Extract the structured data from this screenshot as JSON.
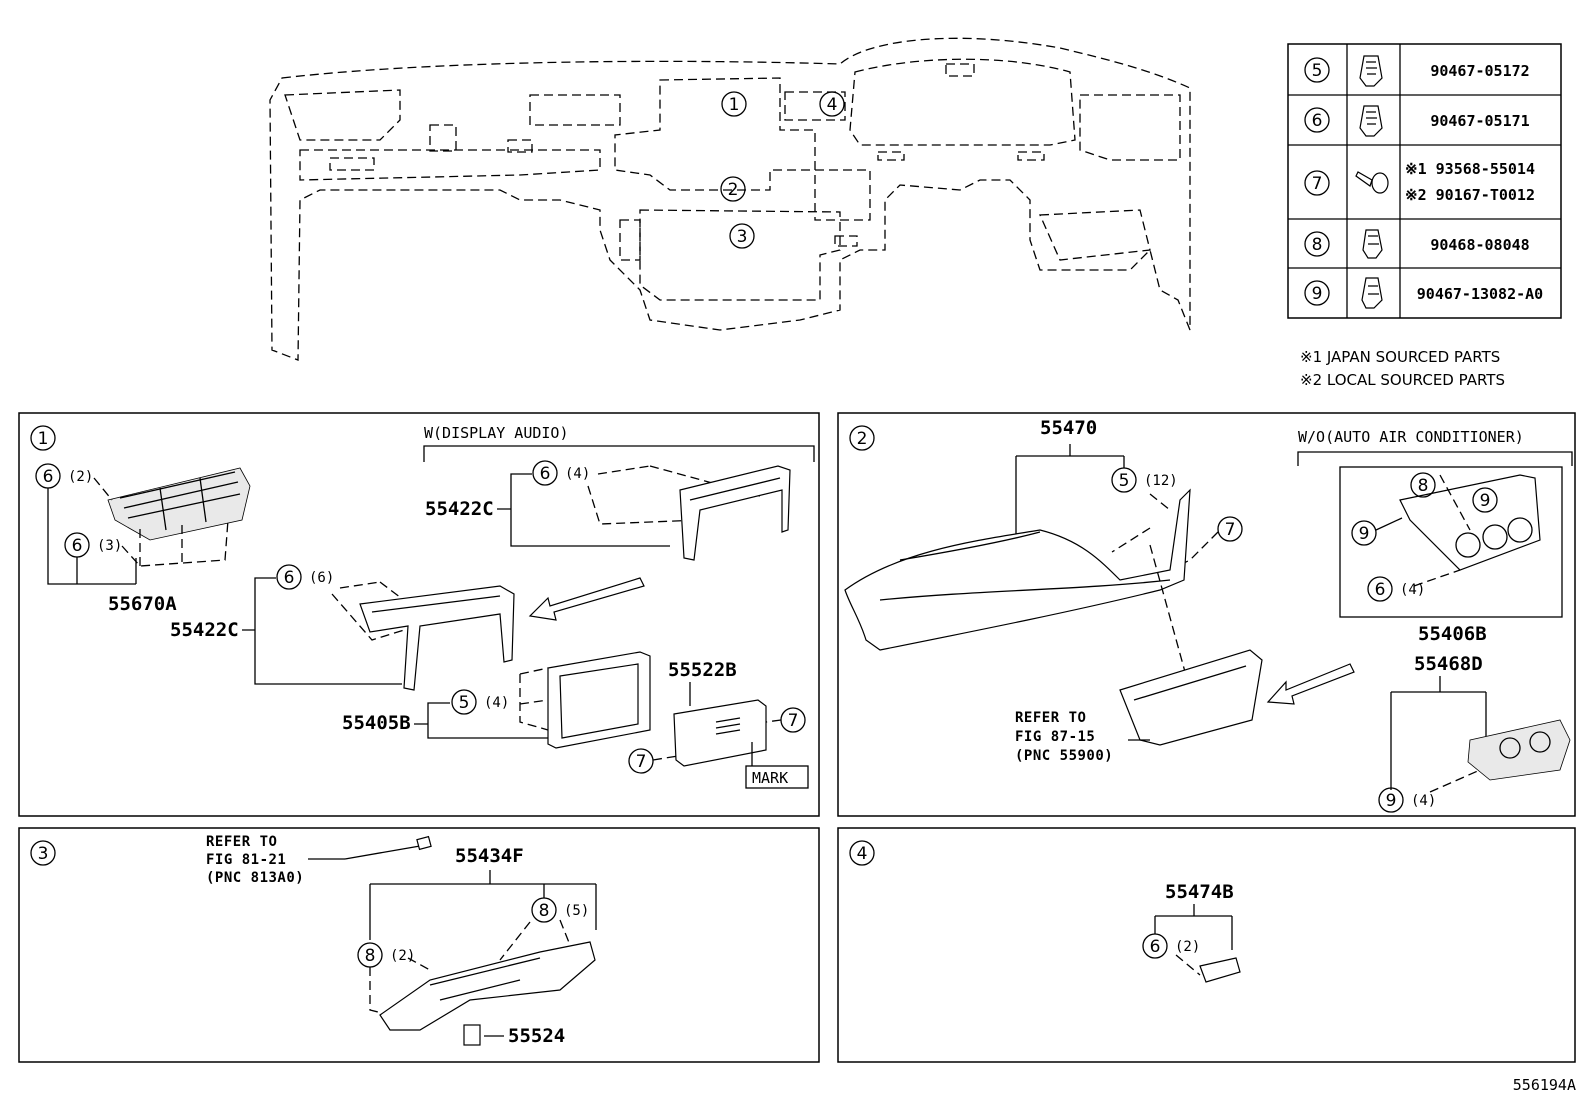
{
  "legend_table": {
    "rows": [
      {
        "num": "5",
        "part": "90467-05172"
      },
      {
        "num": "6",
        "part": "90467-05171"
      },
      {
        "num": "7",
        "part_line1": "※1 93568-55014",
        "part_line2": "※2 90167-T0012"
      },
      {
        "num": "8",
        "part": "90468-08048"
      },
      {
        "num": "9",
        "part": "90467-13082-A0"
      }
    ]
  },
  "notes": {
    "note1": "※1 JAPAN SOURCED PARTS",
    "note2": "※2 LOCAL SOURCED PARTS"
  },
  "overview": {
    "markers": [
      "1",
      "2",
      "3",
      "4"
    ]
  },
  "panel1": {
    "num": "1",
    "header": "W(DISPLAY AUDIO)",
    "parts": {
      "p55670A": "55670A",
      "p55422C_top": "55422C",
      "p55422C": "55422C",
      "p55405B": "55405B",
      "p55522B": "55522B"
    },
    "callouts": {
      "c6_2": {
        "num": "6",
        "qty": "(2)"
      },
      "c6_3": {
        "num": "6",
        "qty": "(3)"
      },
      "c6_4": {
        "num": "6",
        "qty": "(4)"
      },
      "c6_6": {
        "num": "6",
        "qty": "(6)"
      },
      "c5_4": {
        "num": "5",
        "qty": "(4)"
      },
      "c7a": {
        "num": "7"
      },
      "c7b": {
        "num": "7"
      }
    },
    "mark": "MARK"
  },
  "panel2": {
    "num": "2",
    "header": "W/O(AUTO AIR CONDITIONER)",
    "parts": {
      "p55470": "55470",
      "p55406B": "55406B",
      "p55468D": "55468D"
    },
    "callouts": {
      "c5_12": {
        "num": "5",
        "qty": "(12)"
      },
      "c7": {
        "num": "7"
      },
      "c8": {
        "num": "8"
      },
      "c9a": {
        "num": "9"
      },
      "c9b": {
        "num": "9"
      },
      "c6_4": {
        "num": "6",
        "qty": "(4)"
      },
      "c9_4": {
        "num": "9",
        "qty": "(4)"
      }
    },
    "refer": {
      "line1": "REFER TO",
      "line2": "FIG 87-15",
      "line3": "(PNC 55900)"
    }
  },
  "panel3": {
    "num": "3",
    "parts": {
      "p55434F": "55434F",
      "p55524": "55524"
    },
    "callouts": {
      "c8_5": {
        "num": "8",
        "qty": "(5)"
      },
      "c8_2": {
        "num": "8",
        "qty": "(2)"
      }
    },
    "refer": {
      "line1": "REFER TO",
      "line2": "FIG 81-21",
      "line3": "(PNC 813A0)"
    }
  },
  "panel4": {
    "num": "4",
    "parts": {
      "p55474B": "55474B"
    },
    "callouts": {
      "c6_2": {
        "num": "6",
        "qty": "(2)"
      }
    }
  },
  "figure_id": "556194A"
}
